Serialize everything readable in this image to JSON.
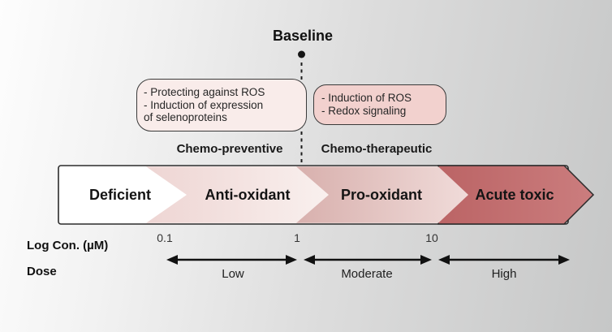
{
  "title": "Baseline",
  "annotations": {
    "preventive_box": {
      "lines": [
        "- Protecting against ROS",
        "- Induction of expression",
        "of selenoproteins"
      ]
    },
    "therapeutic_box": {
      "lines": [
        "- Induction of ROS",
        "- Redox signaling"
      ]
    },
    "preventive_label": "Chemo-preventive",
    "therapeutic_label": "Chemo-therapeutic"
  },
  "spectrum": {
    "segments": [
      {
        "label": "Deficient",
        "color": "#ffffff"
      },
      {
        "label": "Anti-oxidant",
        "color": "#f3e2e0"
      },
      {
        "label": "Pro-oxidant",
        "color": "#e3bcb9"
      },
      {
        "label": "Acute toxic",
        "color": "#c26f70"
      }
    ]
  },
  "axis": {
    "log_label": "Log Con. (µM)",
    "dose_label": "Dose",
    "ticks": [
      "0.1",
      "1",
      "10"
    ],
    "ranges": [
      "Low",
      "Moderate",
      "High"
    ]
  },
  "colors": {
    "background_left": "#fdfdfd",
    "background_right": "#c6c7c7",
    "preventive_box_fill": "#f9ecea",
    "therapeutic_box_fill": "#f2d1ce",
    "acute_outline": "#2b2b2b",
    "line_color": "#1c1c1c"
  }
}
